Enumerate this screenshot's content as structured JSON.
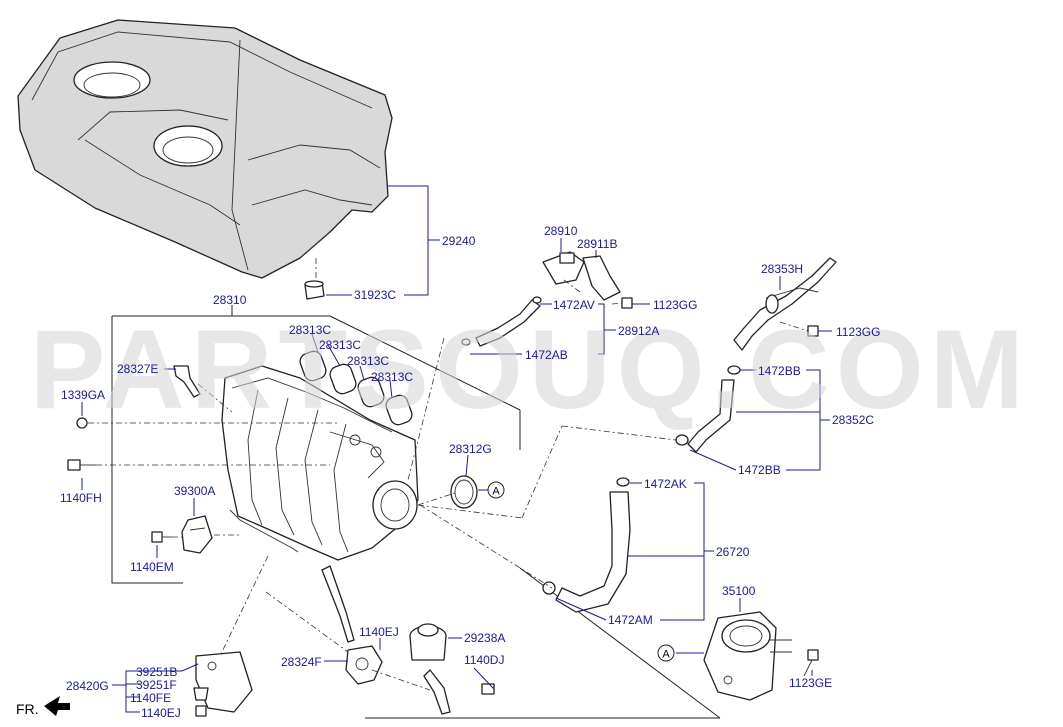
{
  "diagram": {
    "watermark": "PARTSOUQ.COM",
    "direction_marker": "FR.",
    "callout_ref": "A",
    "part_labels": {
      "p29240": "29240",
      "p31923C": "31923C",
      "p28310": "28310",
      "p28313C_a": "28313C",
      "p28313C_b": "28313C",
      "p28313C_c": "28313C",
      "p28313C_d": "28313C",
      "p28327E": "28327E",
      "p1339GA": "1339GA",
      "p1140FH": "1140FH",
      "p39300A": "39300A",
      "p1140EM": "1140EM",
      "p28312G": "28312G",
      "p28910": "28910",
      "p28911B": "28911B",
      "p1472AV": "1472AV",
      "p1123GG_a": "1123GG",
      "p28912A": "28912A",
      "p1472AB": "1472AB",
      "p28353H": "28353H",
      "p1123GG_b": "1123GG",
      "p1472BB_a": "1472BB",
      "p28352C": "28352C",
      "p1472BB_b": "1472BB",
      "p1472AK": "1472AK",
      "p26720": "26720",
      "p1472AM": "1472AM",
      "p35100": "35100",
      "p1123GE": "1123GE",
      "p1140EJ_a": "1140EJ",
      "p29238A": "29238A",
      "p1140DJ": "1140DJ",
      "p28324F": "28324F",
      "p39251B": "39251B",
      "p39251F": "39251F",
      "p1140FE": "1140FE",
      "p1140EJ_b": "1140EJ",
      "p28420G": "28420G"
    }
  }
}
